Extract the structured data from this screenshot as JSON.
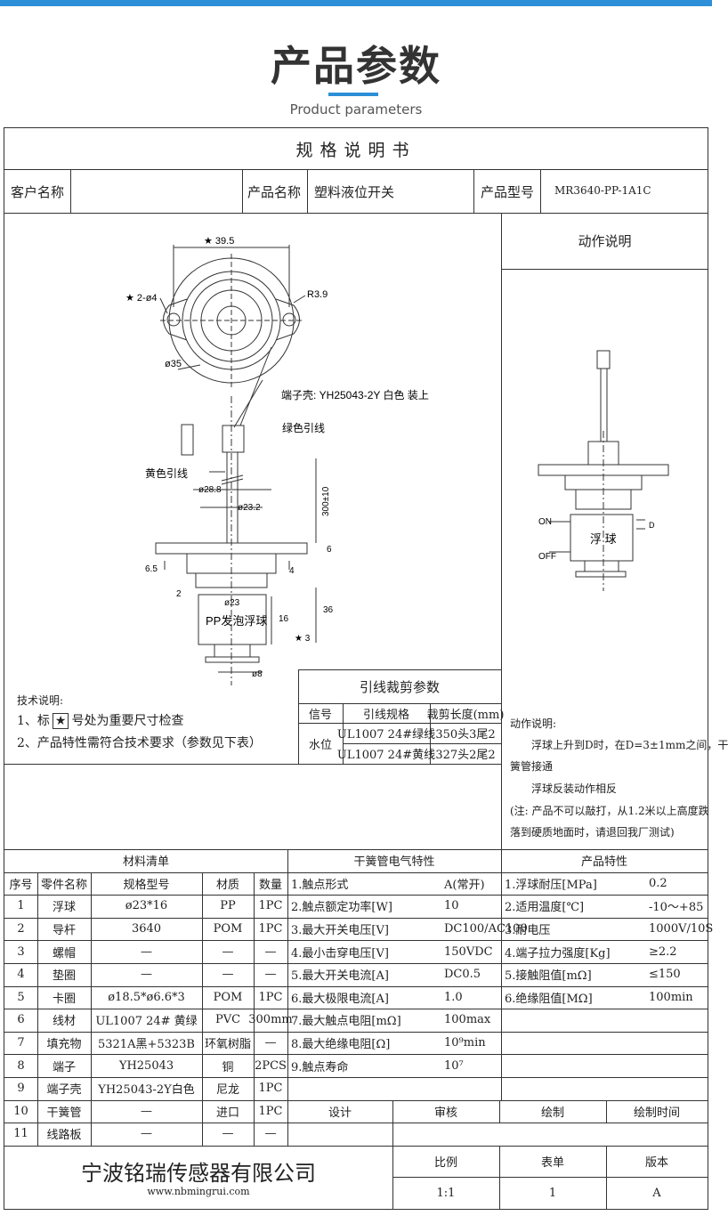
{
  "header": {
    "title": "产品参数",
    "subtitle": "Product parameters",
    "accent_color": "#2d8fd8"
  },
  "sheet": {
    "title": "规格说明书",
    "customer_label": "客户名称",
    "product_name_label": "产品名称",
    "product_name": "塑料液位开关",
    "model_label": "产品型号",
    "model": "MR3640-PP-1A1C"
  },
  "drawing": {
    "dim_width": "★ 39.5",
    "dim_holes": "★ 2-ø4",
    "dim_radius": "R3.9",
    "dim_outer": "ø35",
    "terminal_note": "端子壳: YH25043-2Y 白色    装上",
    "green_wire": "绿色引线",
    "yellow_wire": "黄色引线",
    "dim_28": "ø28.8",
    "dim_232": "ø23.2",
    "dim_300": "300±10",
    "dim_6": "6",
    "dim_65": "6.5",
    "dim_4": "4",
    "dim_2": "2",
    "dim_23": "ø23",
    "float_label": "PP发泡浮球",
    "dim_16": "16",
    "dim_36": "36",
    "dim_3": "★ 3",
    "dim_8": "ø8"
  },
  "tech_notes": {
    "title": "技术说明:",
    "line1_a": "1、标",
    "line1_star": "★",
    "line1_b": "号处为重要尺寸检查",
    "line2": "2、产品特性需符合技术要求（参数见下表）"
  },
  "wire_table": {
    "title": "引线裁剪参数",
    "headers": [
      "信号",
      "引线规格",
      "裁剪长度(mm)"
    ],
    "signal": "水位",
    "rows": [
      [
        "UL1007 24#绿线",
        "350头3尾2"
      ],
      [
        "UL1007 24#黄线",
        "327头2尾2"
      ]
    ]
  },
  "action": {
    "title": "动作说明",
    "on": "ON",
    "off": "OFF",
    "d": "D",
    "float": "浮  球",
    "desc_title": "动作说明:",
    "desc1a": "浮球上升到D时，在D=3±1mm之间，干",
    "desc1b": "簧管接通",
    "desc2": "浮球反装动作相反",
    "desc3a": "(注: 产品不可以敲打，从1.2米以上高度跌",
    "desc3b": "落到硬质地面时，请退回我厂测试)"
  },
  "bom": {
    "title": "材料清单",
    "headers": [
      "序号",
      "零件名称",
      "规格型号",
      "材质",
      "数量"
    ],
    "rows": [
      [
        "1",
        "浮球",
        "ø23*16",
        "PP",
        "1PC"
      ],
      [
        "2",
        "导杆",
        "3640",
        "POM",
        "1PC"
      ],
      [
        "3",
        "螺帽",
        "—",
        "—",
        "—"
      ],
      [
        "4",
        "垫圈",
        "—",
        "—",
        "—"
      ],
      [
        "5",
        "卡圈",
        "ø18.5*ø6.6*3",
        "POM",
        "1PC"
      ],
      [
        "6",
        "线材",
        "UL1007 24# 黄绿",
        "PVC",
        "300mm"
      ],
      [
        "7",
        "填充物",
        "5321A黑+5323B",
        "环氧树脂",
        "—"
      ],
      [
        "8",
        "端子",
        "YH25043",
        "铜",
        "2PCS"
      ],
      [
        "9",
        "端子壳",
        "YH25043-2Y白色",
        "尼龙",
        "1PC"
      ],
      [
        "10",
        "干簧管",
        "—",
        "进口",
        "1PC"
      ],
      [
        "11",
        "线路板",
        "—",
        "—",
        "—"
      ]
    ]
  },
  "reed": {
    "title": "干簧管电气特性",
    "rows": [
      [
        "1.触点形式",
        "A(常开)"
      ],
      [
        "2.触点额定功率[W]",
        "10"
      ],
      [
        "3.最大开关电压[V]",
        "DC100/AC100"
      ],
      [
        "4.最小击穿电压[V]",
        "150VDC"
      ],
      [
        "5.最大开关电流[A]",
        "DC0.5"
      ],
      [
        "6.最大极限电流[A]",
        "1.0"
      ],
      [
        "7.最大触点电阻[mΩ]",
        "100max"
      ],
      [
        "8.最大绝缘电阻[Ω]",
        "10⁹min"
      ],
      [
        "9.触点寿命",
        "10⁷"
      ]
    ]
  },
  "product": {
    "title": "产品特性",
    "rows": [
      [
        "1.浮球耐压[MPa]",
        "0.2"
      ],
      [
        "2.适用温度[℃]",
        "-10～+85"
      ],
      [
        "3.耐电压",
        "1000V/10S"
      ],
      [
        "4.端子拉力强度[Kg]",
        "≥2.2"
      ],
      [
        "5.接触阻值[mΩ]",
        "≤150"
      ],
      [
        "6.绝缘阻值[MΩ]",
        "100min"
      ]
    ]
  },
  "signoff": {
    "design": "设计",
    "review": "审核",
    "draw": "绘制",
    "draw_time": "绘制时间",
    "scale": "比例",
    "scale_val": "1:1",
    "form": "表单",
    "form_val": "1",
    "version": "版本",
    "version_val": "A"
  },
  "company": {
    "name": "宁波铭瑞传感器有限公司",
    "url": "www.nbmingrui.com"
  }
}
